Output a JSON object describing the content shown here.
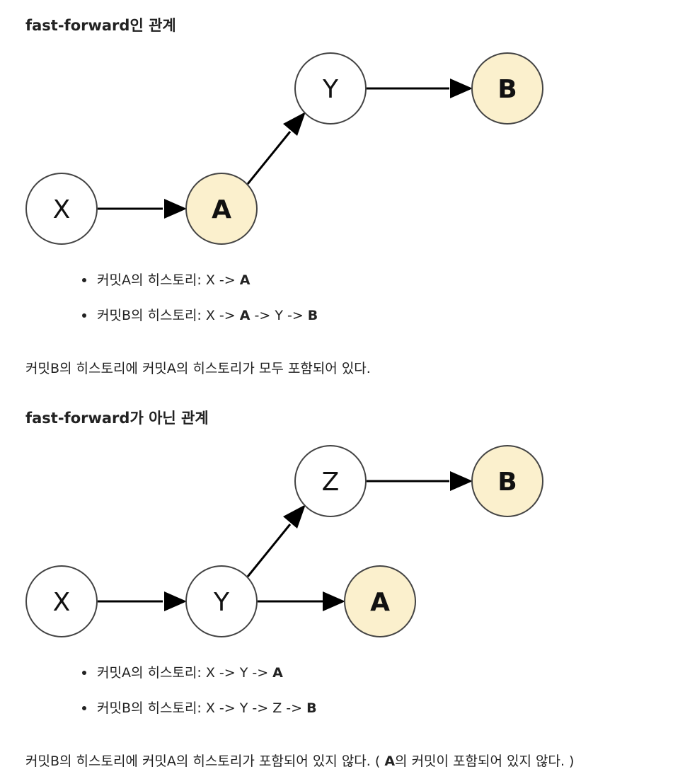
{
  "section1": {
    "title": "fast-forward인 관계",
    "nodes": {
      "X": "X",
      "A": "A",
      "Y": "Y",
      "B": "B"
    },
    "bullets": [
      {
        "prefix": "커밋A의 히스토리: X -> ",
        "bold": "A"
      },
      {
        "prefix": "커밋B의 히스토리: X -> ",
        "bold1": "A",
        "mid": " -> Y -> ",
        "bold2": "B"
      }
    ],
    "conclusion": "커밋B의 히스토리에 커밋A의 히스토리가 모두 포함되어 있다."
  },
  "section2": {
    "title": "fast-forward가 아닌 관계",
    "nodes": {
      "X": "X",
      "Y": "Y",
      "Z": "Z",
      "A": "A",
      "B": "B"
    },
    "bullets": [
      {
        "prefix": "커밋A의 히스토리: X -> Y -> ",
        "bold": "A"
      },
      {
        "prefix": "커밋B의 히스토리: X -> Y -> Z -> ",
        "bold": "B"
      }
    ],
    "conclusion": {
      "part1": "커밋B의 히스토리에 커밋A의 히스토리가 포함되어 있지 않다. ( ",
      "bold": "A",
      "part2": "의 커밋이 포함되어 있지 않다. )"
    }
  },
  "colors": {
    "highlight": "#fbf0cd",
    "normal": "#ffffff",
    "stroke": "#444444"
  }
}
